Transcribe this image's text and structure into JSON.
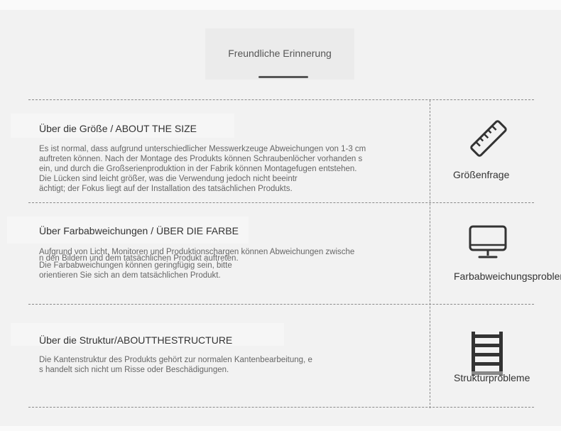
{
  "header": {
    "title": "Freundliche Erinnerung"
  },
  "sections": [
    {
      "title": "Über die Größe / ABOUT THE SIZE",
      "lines": [
        "Es ist normal, dass aufgrund unterschiedlicher Messwerkzeuge Abweichungen von 1-3 cm",
        " auftreten können. Nach der Montage des Produkts können Schraubenlöcher vorhanden s",
        "ein, und durch die Großserienproduktion in der Fabrik können Montagefugen entstehen.",
        "Die Lücken sind leicht größer, was die Verwendung jedoch nicht beeintr",
        "ächtigt; der Fokus liegt auf der Installation des tatsächlichen Produkts."
      ],
      "side_label": "Größenfrage",
      "side_icon": "ruler-icon"
    },
    {
      "title": "Über Farbabweichungen / ÜBER DIE FARBE",
      "lines": [
        "Aufgrund von Licht, Monitoren und Produktionschargen können Abweichungen zwische",
        "n den Bildern und dem tatsächlichen Produkt auftreten.",
        "Die Farbabweichungen können geringfügig sein, bitte",
        " orientieren Sie sich an dem tatsächlichen Produkt."
      ],
      "side_label": "Farbabweichungsprobleme",
      "side_icon": "monitor-icon"
    },
    {
      "title": "Über die Struktur/ABOUTTHESTRUCTURE",
      "lines": [
        "Die Kantenstruktur des Produkts gehört zur normalen Kantenbearbeitung, e",
        "s handelt sich nicht um Risse oder Beschädigungen."
      ],
      "side_label": "Strukturprobleme",
      "side_icon": "ladder-icon"
    }
  ],
  "colors": {
    "background": "#f2f2f2",
    "text": "#333333",
    "muted": "#666666",
    "divider": "#8a8a8a"
  }
}
